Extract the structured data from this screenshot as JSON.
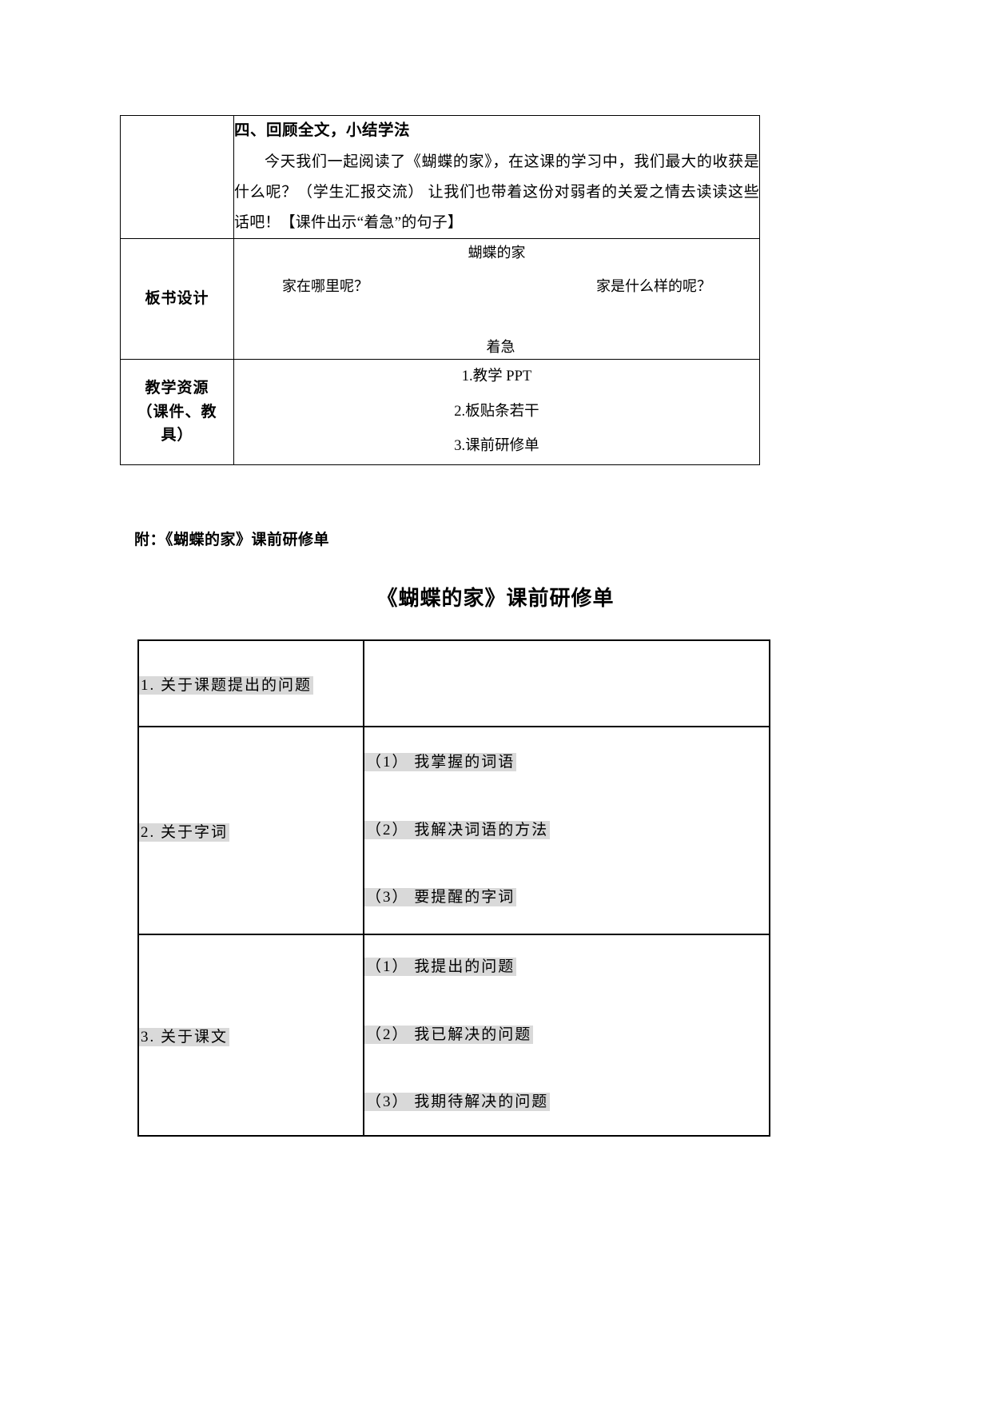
{
  "lesson_plan_table": {
    "rows": [
      {
        "label": "",
        "heading": "四、回顾全文，小结学法",
        "paragraph": "今天我们一起阅读了《蝴蝶的家》，在这课的学习中，我们最大的收获是什么呢？（学生汇报交流） 让我们也带着这份对弱者的关爱之情去读读这些话吧！【课件出示“着急”的句子】"
      },
      {
        "label": "板书设计",
        "board": {
          "title": "蝴蝶的家",
          "question_left": "家在哪里呢？",
          "question_right": "家是什么样的呢？",
          "keyword": "着急"
        }
      },
      {
        "label_line1": "教学资源",
        "label_line2": "（课件、教",
        "label_line3": "具）",
        "resources": [
          "1.教学 PPT",
          "2.板贴条若干",
          "3.课前研修单"
        ]
      }
    ]
  },
  "attachment_note": "附：《蝴蝶的家》课前研修单",
  "sheet_title": "《蝴蝶的家》课前研修单",
  "study_sheet": {
    "rows": [
      {
        "label": "1. 关于课题提出的问题",
        "items": []
      },
      {
        "label": "2. 关于字词",
        "items": [
          "（1） 我掌握的词语",
          "（2） 我解决词语的方法",
          "（3） 要提醒的字词"
        ]
      },
      {
        "label": "3. 关于课文",
        "items": [
          "（1） 我提出的问题",
          "（2） 我已解决的问题",
          "（3） 我期待解决的问题"
        ]
      }
    ]
  },
  "colors": {
    "highlight": "#d9d9d9",
    "border": "#000000",
    "text": "#000000",
    "background": "#ffffff"
  }
}
